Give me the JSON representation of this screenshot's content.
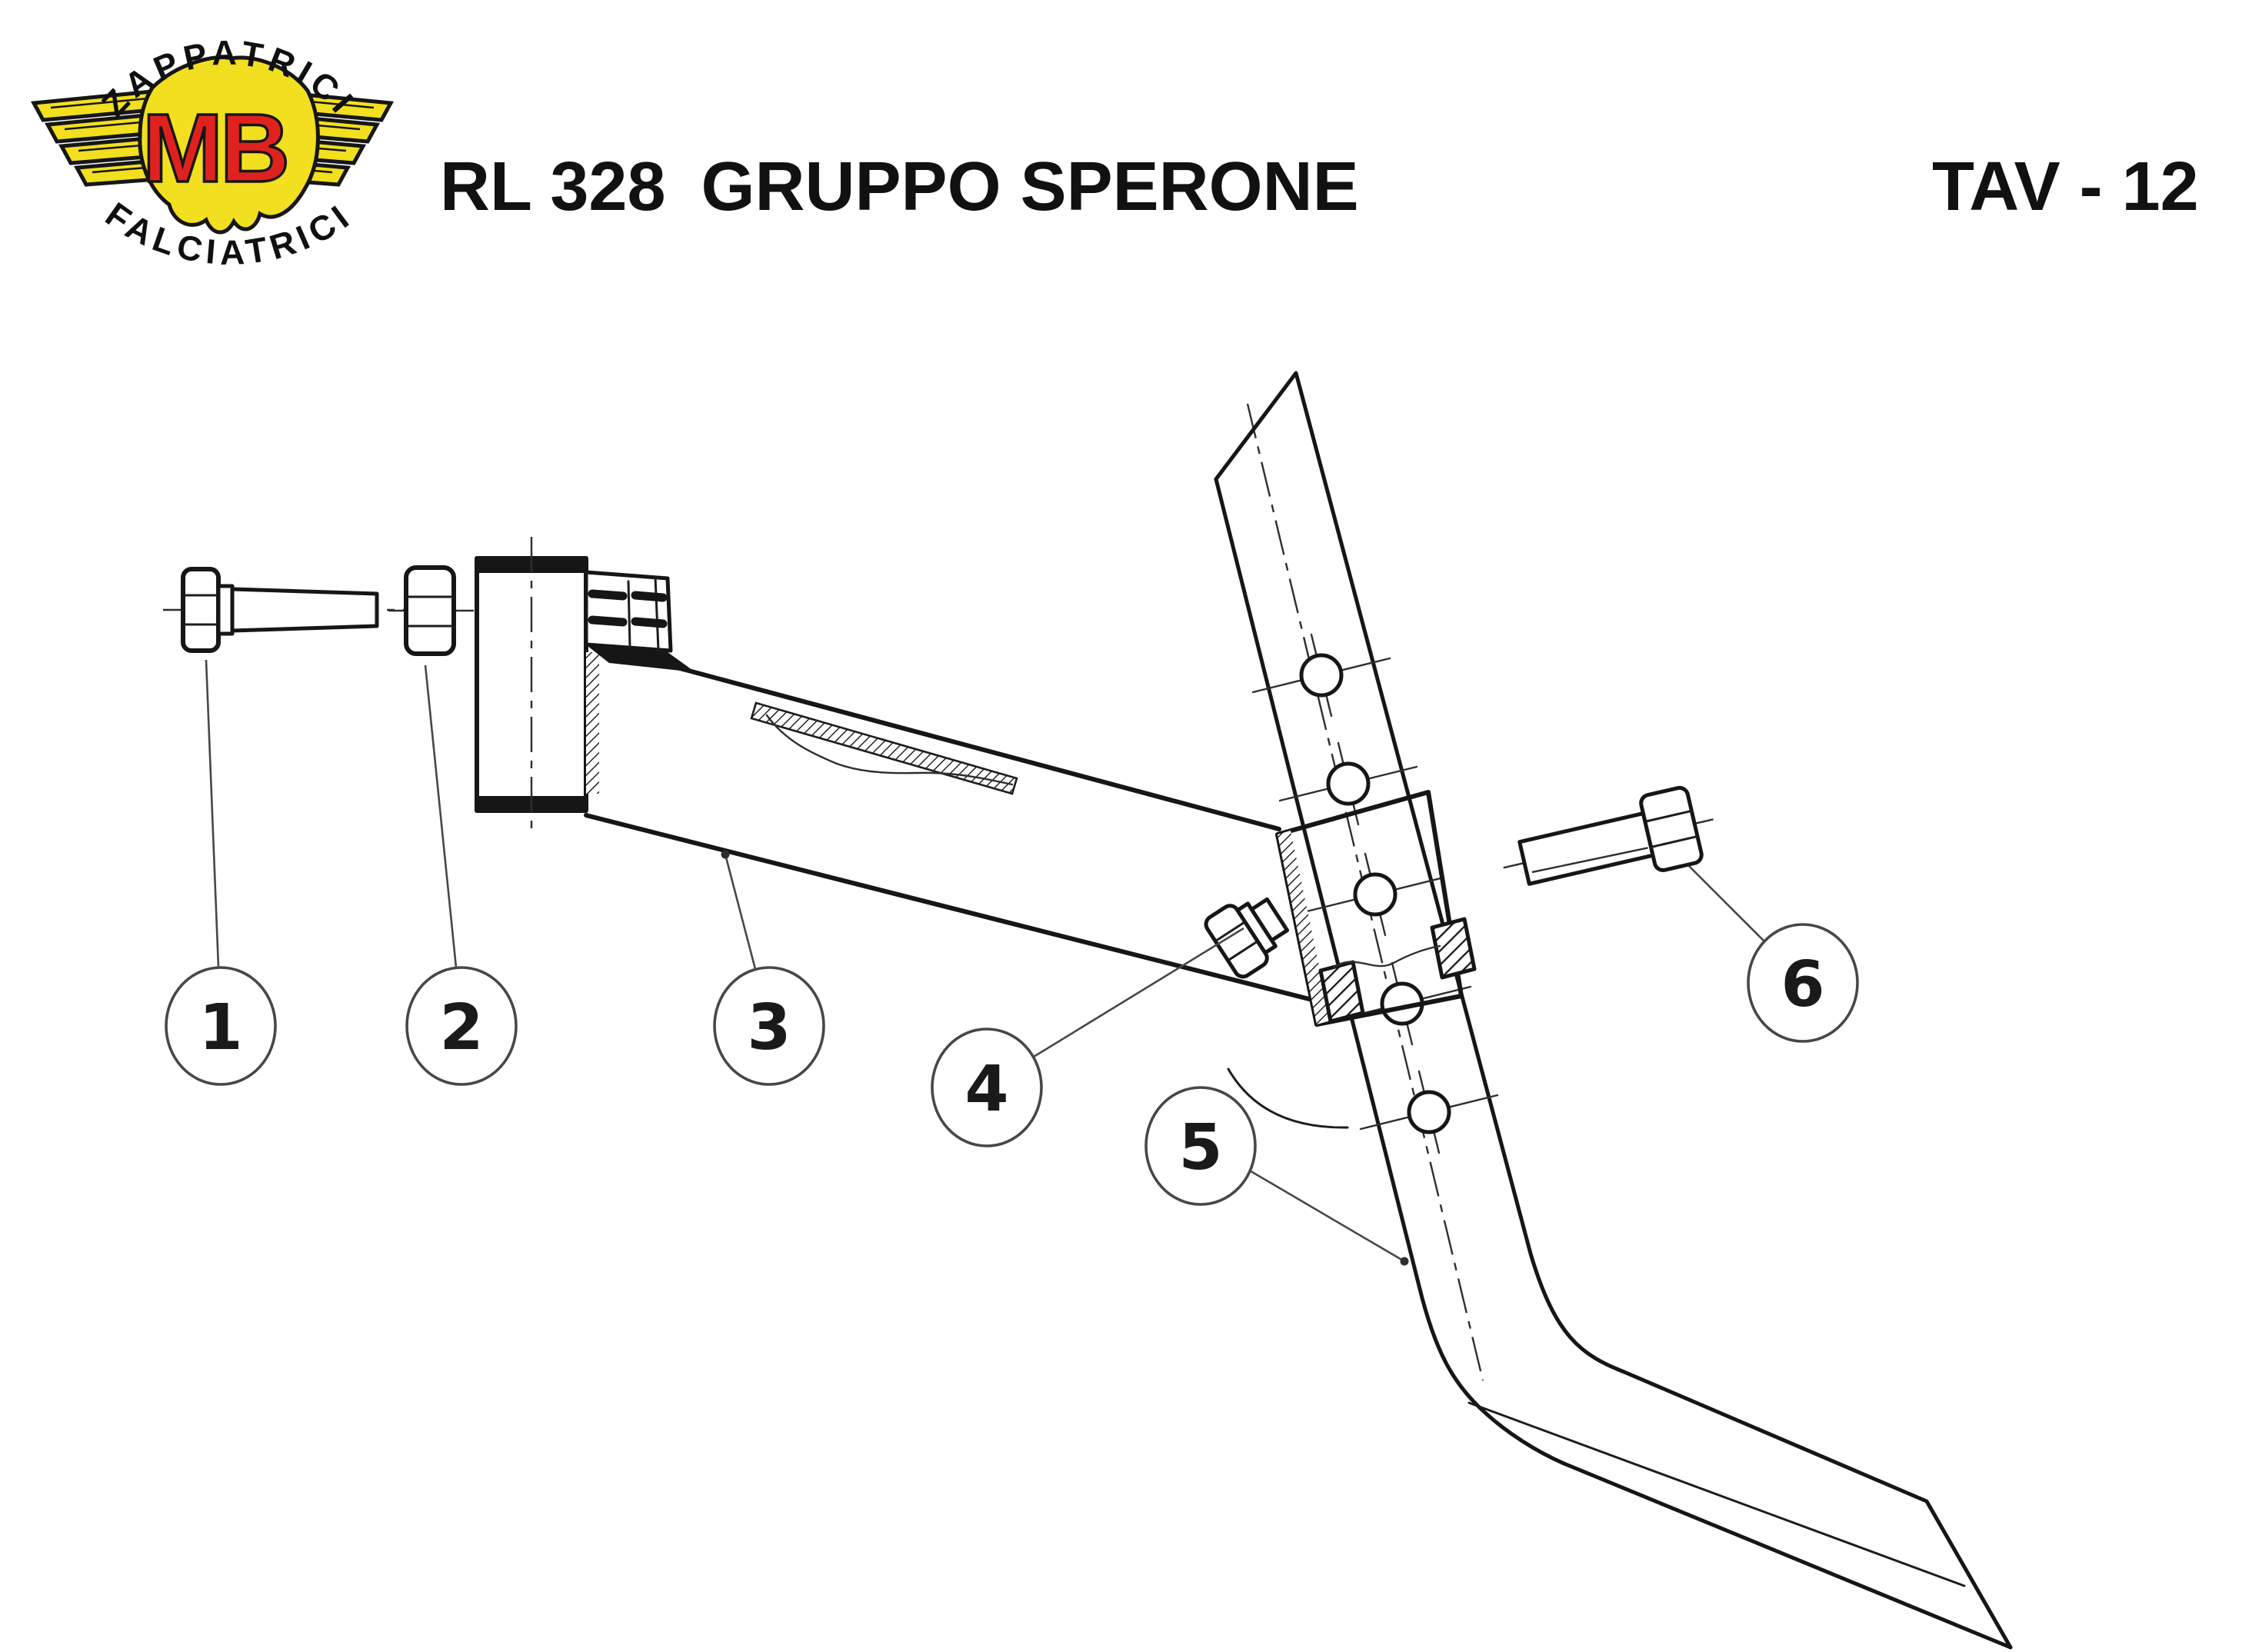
{
  "header": {
    "logo": {
      "top_text": "ZAPPATRICI",
      "center_text": "MB",
      "bottom_text": "FALCIATRICI"
    },
    "model": "RL 328",
    "title": "GRUPPO SPERONE",
    "plate": "TAV - 12"
  },
  "colors": {
    "paper": "#ffffff",
    "ink": "#161616",
    "wing_yellow": "#f2df1f",
    "mb_red": "#e0221f"
  },
  "callouts": [
    {
      "label": "1"
    },
    {
      "label": "2"
    },
    {
      "label": "3"
    },
    {
      "label": "4"
    },
    {
      "label": "5"
    },
    {
      "label": "6"
    }
  ]
}
